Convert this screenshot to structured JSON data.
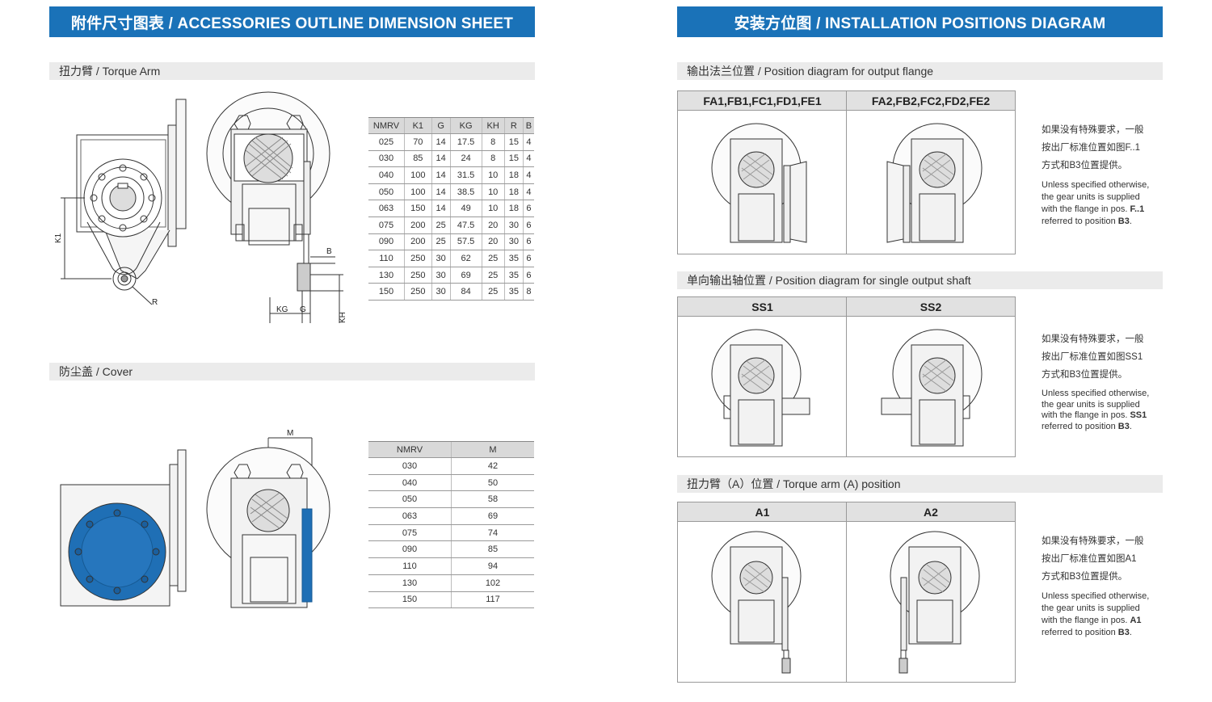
{
  "left_banner": "附件尺寸图表 / ACCESSORIES OUTLINE DIMENSION SHEET",
  "right_banner": "安装方位图 / INSTALLATION POSITIONS DIAGRAM",
  "torque_arm": {
    "title": "扭力臂 / Torque Arm",
    "dim_labels": {
      "k1": "K1",
      "r": "R",
      "b": "B",
      "kg": "KG",
      "g": "G",
      "kh": "KH"
    },
    "columns": [
      "NMRV",
      "K1",
      "G",
      "KG",
      "KH",
      "R",
      "B"
    ],
    "rows": [
      [
        "025",
        "70",
        "14",
        "17.5",
        "8",
        "15",
        "4"
      ],
      [
        "030",
        "85",
        "14",
        "24",
        "8",
        "15",
        "4"
      ],
      [
        "040",
        "100",
        "14",
        "31.5",
        "10",
        "18",
        "4"
      ],
      [
        "050",
        "100",
        "14",
        "38.5",
        "10",
        "18",
        "4"
      ],
      [
        "063",
        "150",
        "14",
        "49",
        "10",
        "18",
        "6"
      ],
      [
        "075",
        "200",
        "25",
        "47.5",
        "20",
        "30",
        "6"
      ],
      [
        "090",
        "200",
        "25",
        "57.5",
        "20",
        "30",
        "6"
      ],
      [
        "110",
        "250",
        "30",
        "62",
        "25",
        "35",
        "6"
      ],
      [
        "130",
        "250",
        "30",
        "69",
        "25",
        "35",
        "6"
      ],
      [
        "150",
        "250",
        "30",
        "84",
        "25",
        "35",
        "8"
      ]
    ]
  },
  "cover": {
    "title": "防尘盖 / Cover",
    "dim_label": "M",
    "columns": [
      "NMRV",
      "M"
    ],
    "rows": [
      [
        "030",
        "42"
      ],
      [
        "040",
        "50"
      ],
      [
        "050",
        "58"
      ],
      [
        "063",
        "69"
      ],
      [
        "075",
        "74"
      ],
      [
        "090",
        "85"
      ],
      [
        "110",
        "94"
      ],
      [
        "130",
        "102"
      ],
      [
        "150",
        "117"
      ]
    ]
  },
  "flange_position": {
    "title": "输出法兰位置 / Position diagram for output flange",
    "col1": "FA1,FB1,FC1,FD1,FE1",
    "col2": "FA2,FB2,FC2,FD2,FE2",
    "note_cn": [
      "如果没有特殊要求，一般",
      "按出厂标准位置如图F..1",
      "方式和B3位置提供。"
    ],
    "note_en_1": "Unless specified otherwise,",
    "note_en_2": "the gear units is supplied",
    "note_en_3": "with the flange in pos.",
    "note_en_pos": "F..1",
    "note_en_4": "referred to position",
    "note_en_b": "B3",
    "note_en_end": "."
  },
  "shaft_position": {
    "title": "单向输出轴位置 / Position diagram for single output shaft",
    "col1": "SS1",
    "col2": "SS2",
    "note_cn": [
      "如果没有特殊要求，一般",
      "按出厂标准位置如图SS1",
      "方式和B3位置提供。"
    ],
    "note_en_1": "Unless specified otherwise,",
    "note_en_2": "the gear units is supplied",
    "note_en_3": "with the flange in pos.",
    "note_en_pos": "SS1",
    "note_en_4": "referred to position",
    "note_en_b": "B3",
    "note_en_end": "."
  },
  "arm_position": {
    "title": "扭力臂（A）位置 / Torque arm (A) position",
    "col1": "A1",
    "col2": "A2",
    "note_cn": [
      "如果没有特殊要求，一般",
      "按出厂标准位置如图A1",
      "方式和B3位置提供。"
    ],
    "note_en_1": "Unless specified otherwise,",
    "note_en_2": "the gear units is supplied",
    "note_en_3": "with the flange in pos.",
    "note_en_pos": "A1",
    "note_en_4": "referred to position",
    "note_en_b": "B3",
    "note_en_end": "."
  },
  "colors": {
    "banner": "#1a72b8",
    "cover_blue": "#1f6fb5",
    "section_bar": "#ebebeb",
    "table_header": "#d9d9d9"
  }
}
